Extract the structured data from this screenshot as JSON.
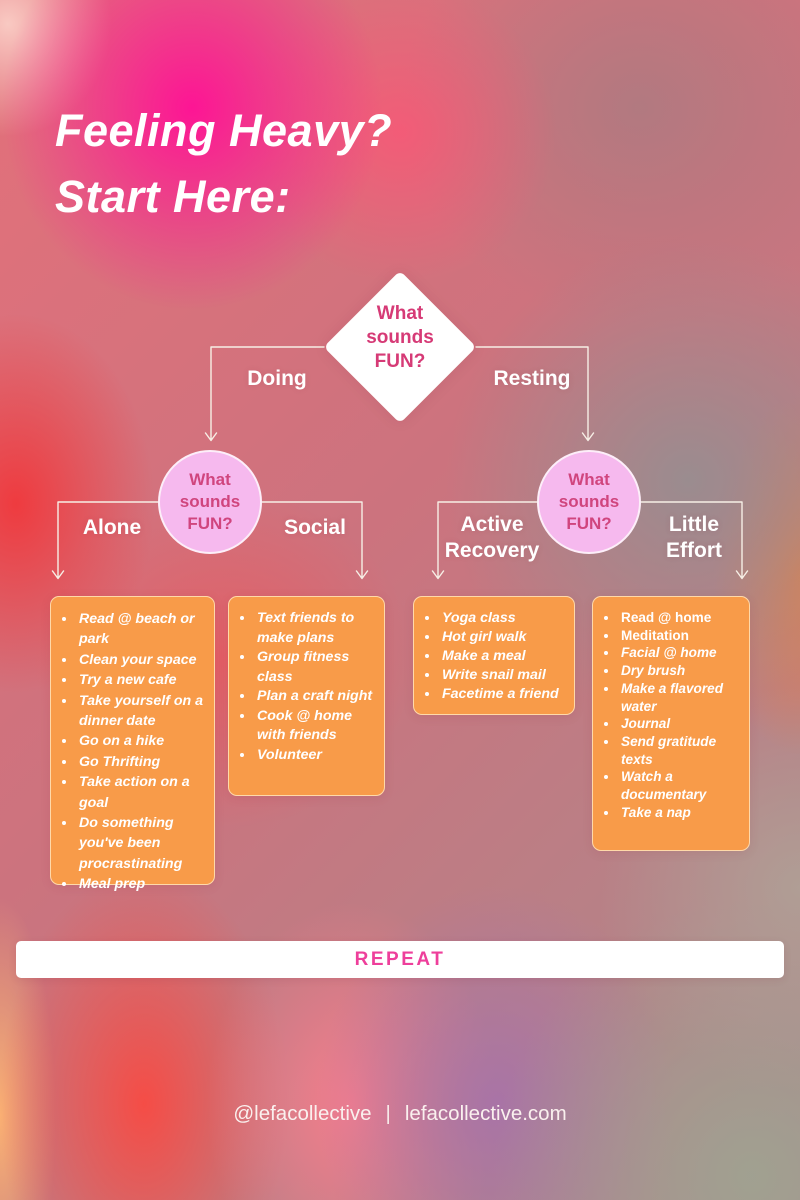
{
  "title": {
    "line1": "Feeling Heavy?",
    "line2": "Start Here:"
  },
  "flowchart": {
    "root_question": {
      "lines": [
        "What",
        "sounds",
        "FUN?"
      ]
    },
    "level1_branches": [
      {
        "label": "Doing"
      },
      {
        "label": "Resting"
      }
    ],
    "sub_questions": [
      {
        "lines": [
          "What",
          "sounds",
          "FUN?"
        ]
      },
      {
        "lines": [
          "What",
          "sounds",
          "FUN?"
        ]
      }
    ],
    "level2_branches": [
      {
        "label": "Alone"
      },
      {
        "label": "Social"
      },
      {
        "label": "Active Recovery"
      },
      {
        "label": "Little Effort"
      }
    ],
    "boxes": [
      {
        "branch": "Alone",
        "items": [
          {
            "text": "Read @ beach or park",
            "italic": true
          },
          {
            "text": "Clean your space",
            "italic": true
          },
          {
            "text": "Try a new cafe",
            "italic": true
          },
          {
            "text": "Take yourself on a dinner date",
            "italic": true
          },
          {
            "text": "Go on a hike",
            "italic": true
          },
          {
            "text": "Go Thrifting",
            "italic": true
          },
          {
            "text": "Take action on a goal",
            "italic": true
          },
          {
            "text": "Do something you've been procrastinating",
            "italic": true
          },
          {
            "text": "Meal prep",
            "italic": true
          }
        ]
      },
      {
        "branch": "Social",
        "items": [
          {
            "text": "Text friends to make plans",
            "italic": true
          },
          {
            "text": "Group fitness class",
            "italic": true
          },
          {
            "text": "Plan a craft night",
            "italic": true
          },
          {
            "text": "Cook @ home with friends",
            "italic": true
          },
          {
            "text": "Volunteer",
            "italic": true
          }
        ]
      },
      {
        "branch": "Active Recovery",
        "items": [
          {
            "text": "Yoga class",
            "italic": true
          },
          {
            "text": "Hot girl walk",
            "italic": true
          },
          {
            "text": "Make a meal",
            "italic": true
          },
          {
            "text": "Write snail mail",
            "italic": true
          },
          {
            "text": "Facetime a friend",
            "italic": true
          }
        ]
      },
      {
        "branch": "Little Effort",
        "items": [
          {
            "text": "Read @ home",
            "italic": false
          },
          {
            "text": "Meditation",
            "italic": false
          },
          {
            "text": "Facial @ home",
            "italic": true
          },
          {
            "text": "Dry brush",
            "italic": true
          },
          {
            "text": "Make a flavored water",
            "italic": true
          },
          {
            "text": "Journal",
            "italic": true
          },
          {
            "text": "Send gratitude texts",
            "italic": true
          },
          {
            "text": "Watch a documentary",
            "italic": true
          },
          {
            "text": "Take a nap",
            "italic": true
          }
        ]
      }
    ]
  },
  "repeat": {
    "label": "REPEAT"
  },
  "footer": {
    "handle": "@lefacollective",
    "separator": "|",
    "website": "lefacollective.com"
  },
  "colors": {
    "box_orange": "#f89b49",
    "box_border": "#ffd9a9",
    "circle_pink": "#f6b9ee",
    "circle_border": "#fdeef9",
    "question_text": "#d0457e",
    "diamond_text": "#d63a76",
    "connector": "#f7efe6",
    "repeat_text": "#ee3f9b",
    "list_text": "#ffffff",
    "label_text": "#ffffff"
  }
}
